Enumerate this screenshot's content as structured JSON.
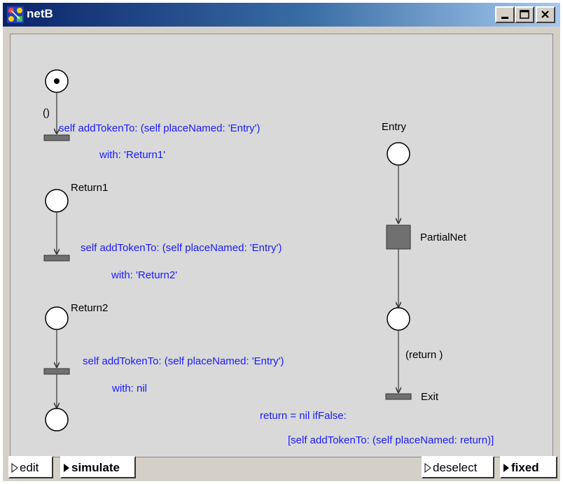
{
  "window": {
    "title": "netB",
    "title_icon": "petri-net-app-icon"
  },
  "title_controls": [
    {
      "name": "minimize-button",
      "icon": "minimize-icon"
    },
    {
      "name": "maximize-button",
      "icon": "maximize-icon"
    },
    {
      "name": "close-button",
      "icon": "close-icon"
    }
  ],
  "net": {
    "places": {
      "start_tokens": 1,
      "return1": "Return1",
      "return2": "Return2",
      "entry": "Entry"
    },
    "arc_inscriptions": {
      "unit": "()",
      "return": "(return )"
    },
    "transitions": {
      "partial_net": "PartialNet",
      "exit": "Exit"
    },
    "code": {
      "t1_line1": "self addTokenTo: (self placeNamed: 'Entry')",
      "t1_line2": "with: 'Return1'",
      "t2_line1": "self addTokenTo: (self placeNamed: 'Entry')",
      "t2_line2": "with: 'Return2'",
      "t3_line1": "self addTokenTo: (self placeNamed: 'Entry')",
      "t3_line2": "with: nil",
      "exit_line1": "return = nil ifFalse:",
      "exit_line2": "[self addTokenTo: (self placeNamed: return)]"
    },
    "code_color": "#1a1aff"
  },
  "toolbar": {
    "edit": "edit",
    "simulate": "simulate",
    "deselect": "deselect",
    "fixed": "fixed"
  }
}
